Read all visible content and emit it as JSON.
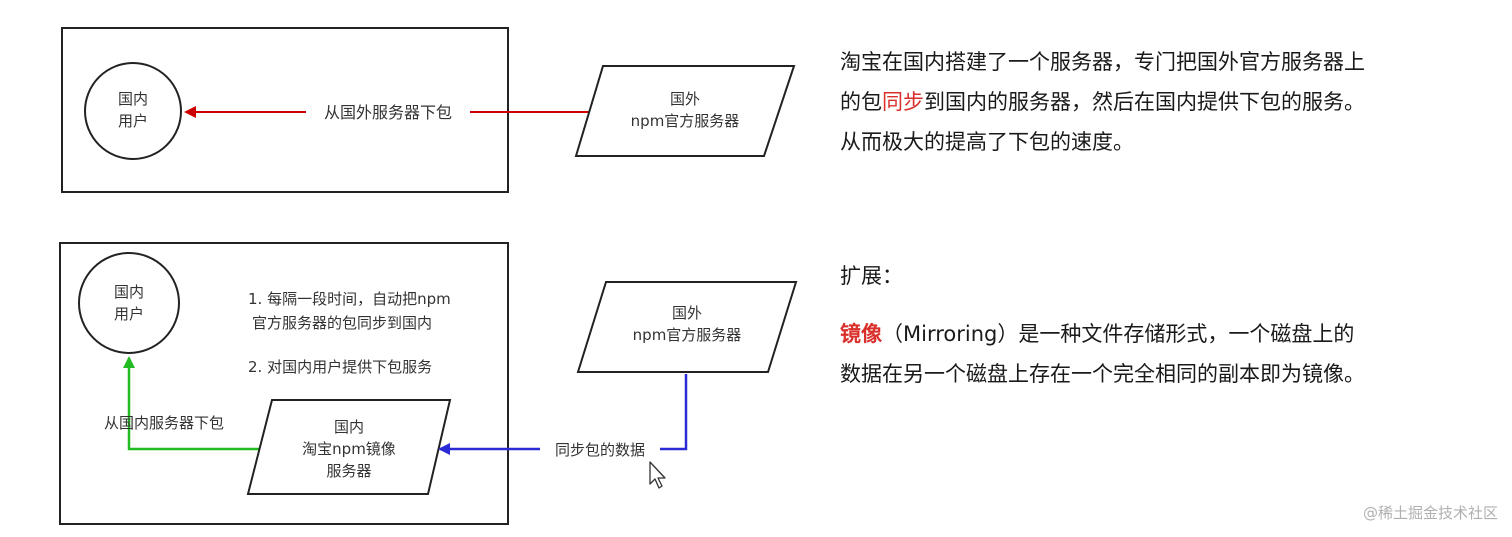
{
  "diagram1": {
    "user_label_1": "国内",
    "user_label_2": "用户",
    "server_label_1": "国外",
    "server_label_2": "npm官方服务器",
    "arrow_label": "从国外服务器下包"
  },
  "diagram2": {
    "user_label_1": "国内",
    "user_label_2": "用户",
    "server_label_1": "国外",
    "server_label_2": "npm官方服务器",
    "mirror_label_1": "国内",
    "mirror_label_2": "淘宝npm镜像",
    "mirror_label_3": "服务器",
    "note_1_line1": "1. 每隔一段时间，自动把npm",
    "note_1_line2": "官方服务器的包同步到国内",
    "note_2": "2. 对国内用户提供下包服务",
    "download_label": "从国内服务器下包",
    "sync_label": "同步包的数据"
  },
  "description": {
    "p1_part1": "淘宝在国内搭建了一个服务器，专门把国外官方服务器上",
    "p1_part2a": "的包",
    "p1_highlight": "同步",
    "p1_part2b": "到国内的服务器，然后在国内提供下包的服务。",
    "p1_part3": "从而极大的提高了下包的速度。"
  },
  "extension": {
    "heading": "扩展：",
    "term": "镜像",
    "p_rest1": "（Mirroring）是一种文件存储形式，一个磁盘上的",
    "p_rest2": "数据在另一个磁盘上存在一个完全相同的副本即为镜像。"
  },
  "watermark": "@稀土掘金技术社区",
  "colors": {
    "red_arrow": "#cc0000",
    "green_arrow": "#22bb22",
    "blue_arrow": "#2b2bd6",
    "highlight": "#d9302c"
  }
}
